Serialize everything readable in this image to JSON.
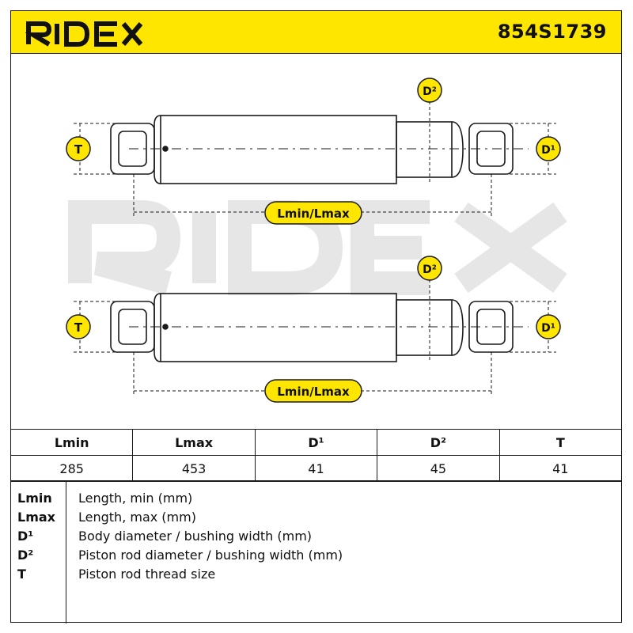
{
  "header": {
    "brand": "RIDEX",
    "part_number": "854S1739"
  },
  "drawing": {
    "labels": {
      "t": "T",
      "d1": "D¹",
      "d2": "D²",
      "length": "Lmin/Lmax"
    },
    "colors": {
      "accent": "#ffe600",
      "line": "#1a1a1a",
      "watermark": "#e6e6e6"
    }
  },
  "table": {
    "headers": [
      "Lmin",
      "Lmax",
      "D¹",
      "D²",
      "T"
    ],
    "values": [
      "285",
      "453",
      "41",
      "45",
      "41"
    ]
  },
  "legend": [
    {
      "key": "Lmin",
      "desc": "Length, min (mm)"
    },
    {
      "key": "Lmax",
      "desc": "Length, max (mm)"
    },
    {
      "key": "D¹",
      "desc": "Body diameter / bushing width (mm)"
    },
    {
      "key": "D²",
      "desc": "Piston rod diameter / bushing width (mm)"
    },
    {
      "key": "T",
      "desc": "Piston rod thread size"
    }
  ]
}
